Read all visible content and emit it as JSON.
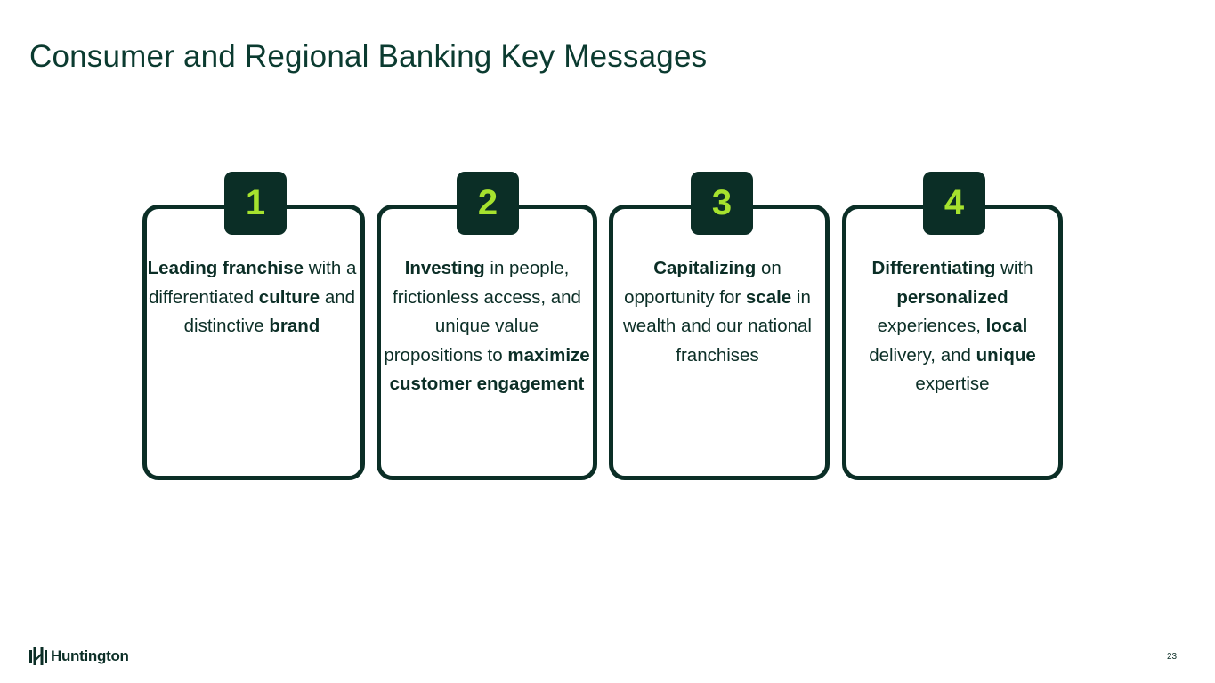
{
  "title": "Consumer and Regional Banking Key Messages",
  "cards": [
    {
      "number": "1",
      "segments": [
        [
          "Leading franchise",
          true
        ],
        [
          " with a differentiated ",
          false
        ],
        [
          "culture",
          true
        ],
        [
          " and distinctive ",
          false
        ],
        [
          "brand",
          true
        ]
      ]
    },
    {
      "number": "2",
      "segments": [
        [
          "Investing",
          true
        ],
        [
          " in people, frictionless access, and unique value propositions to ",
          false
        ],
        [
          "maximize customer engagement",
          true
        ]
      ]
    },
    {
      "number": "3",
      "segments": [
        [
          "Capitalizing",
          true
        ],
        [
          " on opportunity for ",
          false
        ],
        [
          "scale",
          true
        ],
        [
          " in wealth and our national franchises",
          false
        ]
      ]
    },
    {
      "number": "4",
      "segments": [
        [
          "Differentiating",
          true
        ],
        [
          " with ",
          false
        ],
        [
          "personalized",
          true
        ],
        [
          " experiences, ",
          false
        ],
        [
          "local",
          true
        ],
        [
          " delivery, and ",
          false
        ],
        [
          "unique",
          true
        ],
        [
          " expertise",
          false
        ]
      ]
    }
  ],
  "footer": {
    "logo_text": "Huntington",
    "page_number": "23"
  },
  "colors": {
    "dark_green": "#0b2e26",
    "lime": "#a6e22e"
  }
}
